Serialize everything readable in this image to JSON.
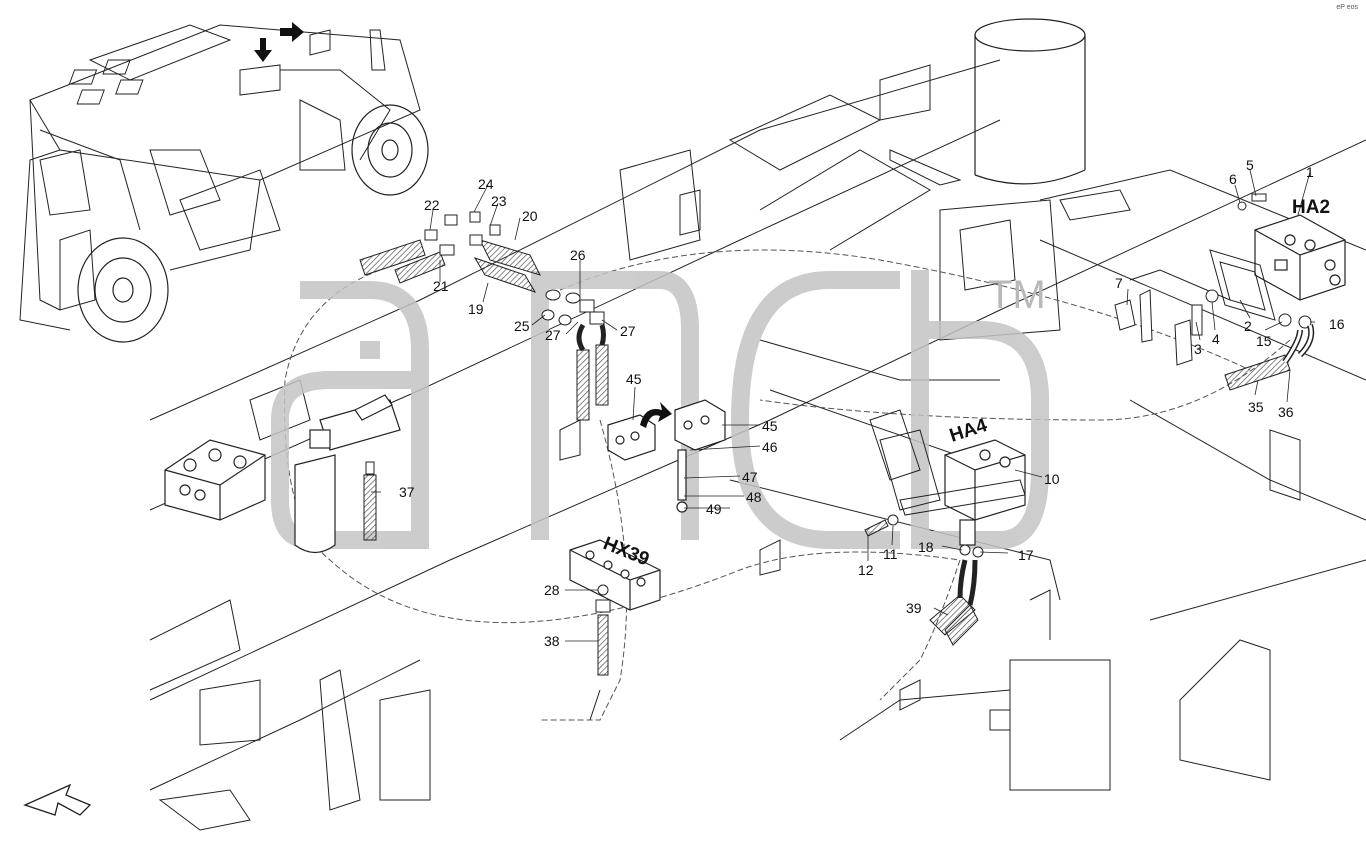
{
  "page_ref": "eP eos",
  "watermark": {
    "trademark": "TM",
    "color": "#c4c4c4"
  },
  "groups": [
    {
      "id": "HA2",
      "label": "HA2"
    },
    {
      "id": "HA4",
      "label": "HA4"
    },
    {
      "id": "HX39",
      "label": "HX39"
    }
  ],
  "callouts": [
    {
      "num": "1"
    },
    {
      "num": "2"
    },
    {
      "num": "3"
    },
    {
      "num": "4"
    },
    {
      "num": "5"
    },
    {
      "num": "6"
    },
    {
      "num": "7"
    },
    {
      "num": "10"
    },
    {
      "num": "11"
    },
    {
      "num": "12"
    },
    {
      "num": "15"
    },
    {
      "num": "16"
    },
    {
      "num": "17"
    },
    {
      "num": "18"
    },
    {
      "num": "19"
    },
    {
      "num": "20"
    },
    {
      "num": "21"
    },
    {
      "num": "22"
    },
    {
      "num": "23"
    },
    {
      "num": "24"
    },
    {
      "num": "25"
    },
    {
      "num": "26"
    },
    {
      "num": "27"
    },
    {
      "num": "27"
    },
    {
      "num": "28"
    },
    {
      "num": "35"
    },
    {
      "num": "36"
    },
    {
      "num": "37"
    },
    {
      "num": "38"
    },
    {
      "num": "39"
    },
    {
      "num": "45"
    },
    {
      "num": "45"
    },
    {
      "num": "46"
    },
    {
      "num": "47"
    },
    {
      "num": "48"
    },
    {
      "num": "49"
    }
  ],
  "colors": {
    "line": "#222222",
    "dash": "#555555",
    "logo": "#c4c4c4",
    "hose": "#666666"
  },
  "icons": [
    "arrow-down-icon",
    "arrow-right-icon",
    "rotate-arrow-icon",
    "direction-arrow-icon"
  ]
}
